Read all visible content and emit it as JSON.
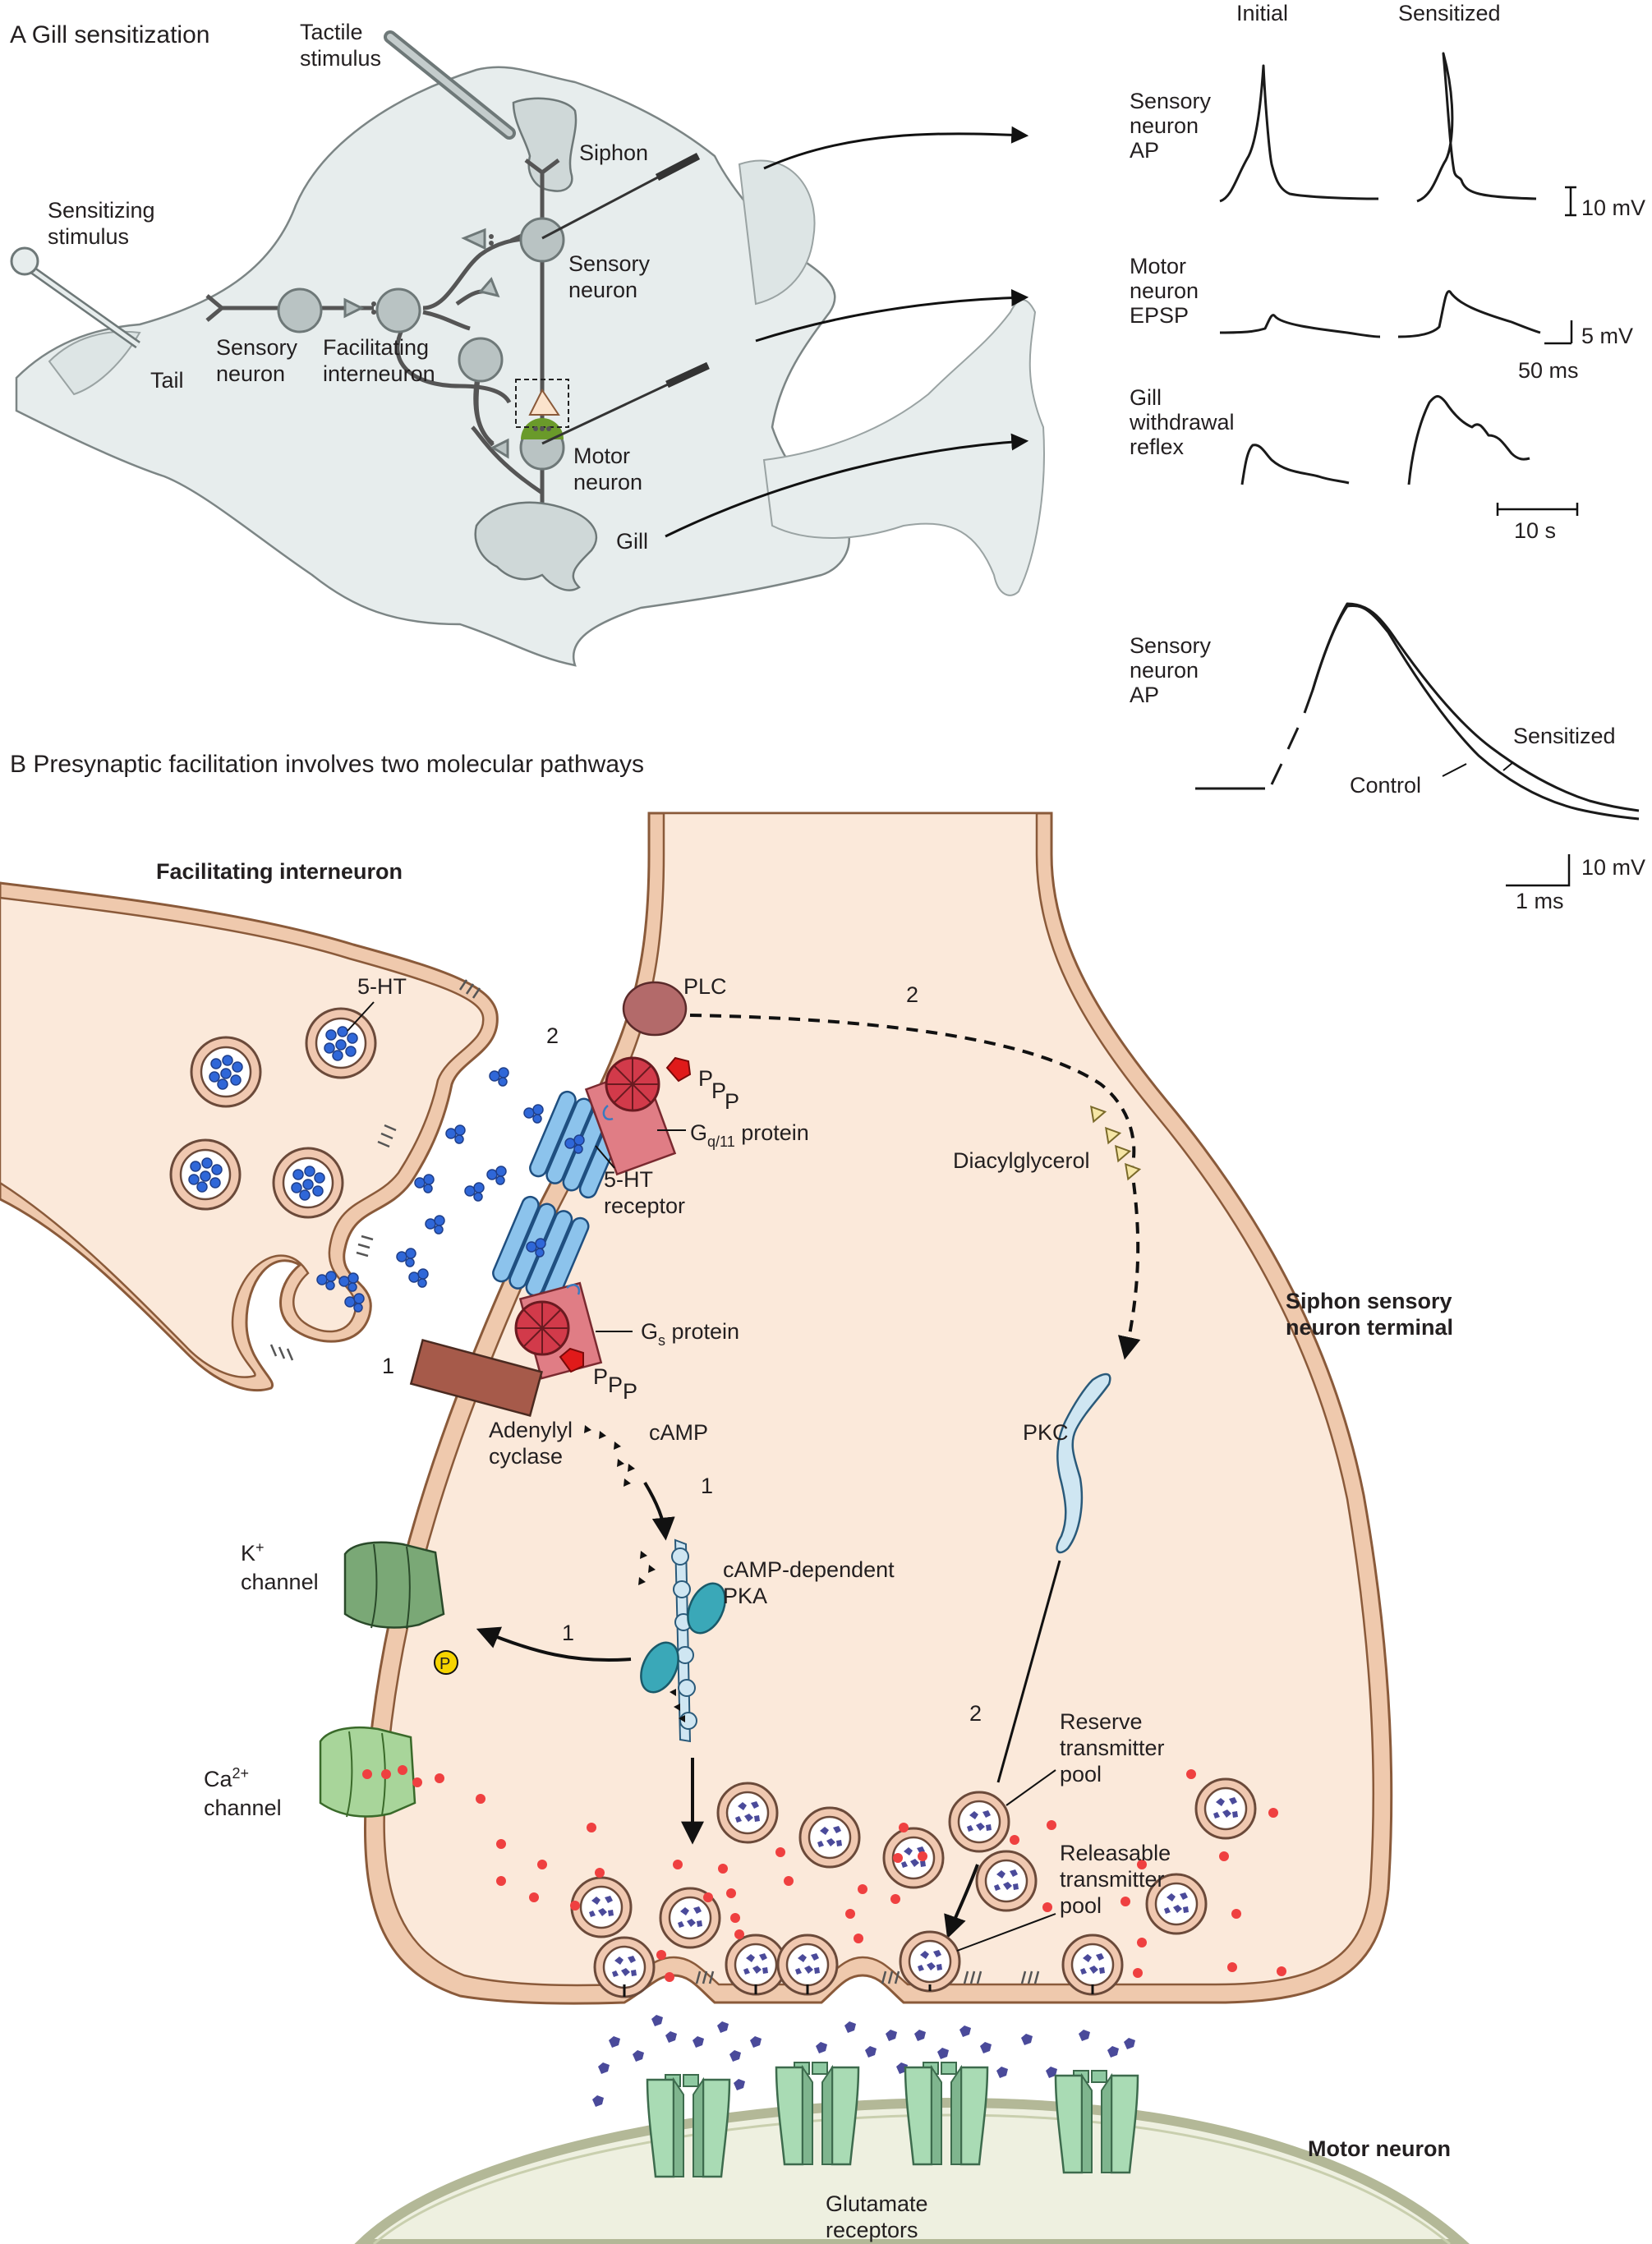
{
  "panel_a": {
    "title": "A  Gill sensitization",
    "labels": {
      "tactile_1": "Tactile",
      "tactile_2": "stimulus",
      "siphon": "Siphon",
      "sensitizing_1": "Sensitizing",
      "sensitizing_2": "stimulus",
      "tail": "Tail",
      "sensory_neuron_1": "Sensory",
      "sensory_neuron_2": "neuron",
      "facilitating_1": "Facilitating",
      "facilitating_2": "interneuron",
      "sensory_neuron_r1": "Sensory",
      "sensory_neuron_r2": "neuron",
      "motor_neuron_1": "Motor",
      "motor_neuron_2": "neuron",
      "gill": "Gill"
    }
  },
  "traces": {
    "col_initial": "Initial",
    "col_sensitized": "Sensitized",
    "row1": [
      "Sensory",
      "neuron",
      "AP"
    ],
    "row2": [
      "Motor",
      "neuron",
      "EPSP"
    ],
    "row3": [
      "Gill",
      "withdrawal",
      "reflex"
    ],
    "scale1": "10 mV",
    "scale2a": "5 mV",
    "scale2b": "50 ms",
    "scale3": "10 s",
    "ap_overlay": [
      "Sensory",
      "neuron",
      "AP"
    ],
    "sensitized_label": "Sensitized",
    "control_label": "Control",
    "scale4a": "10 mV",
    "scale4b": "1 ms"
  },
  "panel_b": {
    "title": "B  Presynaptic facilitation involves two molecular pathways",
    "facilitating_interneuron": "Facilitating interneuron",
    "five_ht": "5-HT",
    "pathway_2a": "2",
    "pathway_2b": "2",
    "pathway_2c": "2",
    "pathway_1a": "1",
    "pathway_1b": "1",
    "pathway_1c": "1",
    "plc": "PLC",
    "gq_protein_main": "G",
    "gq_protein_sub": "q/11",
    "gq_protein_rest": " protein",
    "gs_protein_main": "G",
    "gs_protein_sub": "s",
    "gs_protein_rest": " protein",
    "ppp": "P",
    "receptor_1": "5-HT",
    "receptor_2": "receptor",
    "diacylglycerol": "Diacylglycerol",
    "siphon_terminal_1": "Siphon sensory",
    "siphon_terminal_2": "neuron terminal",
    "adenylyl_1": "Adenylyl",
    "adenylyl_2": "cyclase",
    "camp": "cAMP",
    "pka_1": "cAMP-dependent",
    "pka_2": "PKA",
    "pkc": "PKC",
    "k_channel_1": "K",
    "k_channel_sup": "+",
    "k_channel_2": "channel",
    "p_mark": "P",
    "ca_channel_1": "Ca",
    "ca_channel_sup": "2+",
    "ca_channel_2": "channel",
    "reserve_1": "Reserve",
    "reserve_2": "transmitter",
    "reserve_3": "pool",
    "releasable_1": "Releasable",
    "releasable_2": "transmitter",
    "releasable_3": "pool",
    "motor_neuron": "Motor neuron",
    "glutamate_1": "Glutamate",
    "glutamate_2": "receptors"
  },
  "colors": {
    "body": "#e7eded",
    "terminal_fill": "#fbe9da",
    "terminal_membrane": "#efc9ad",
    "serotonin": "#2f67d8",
    "receptor": "#8cc3ec",
    "g_protein": "#d9707d",
    "adenylyl_cyclase": "#a65a4a",
    "plc": "#b36a6a",
    "pkc": "#cfe6f2",
    "k_channel": "#7aa876",
    "ca_channel": "#a8d59a",
    "calcium": "#ef4040",
    "glutamate": "#4a4a9a",
    "dag": "#f6e6a6",
    "motor_neuron_fill": "#eef0e0"
  }
}
